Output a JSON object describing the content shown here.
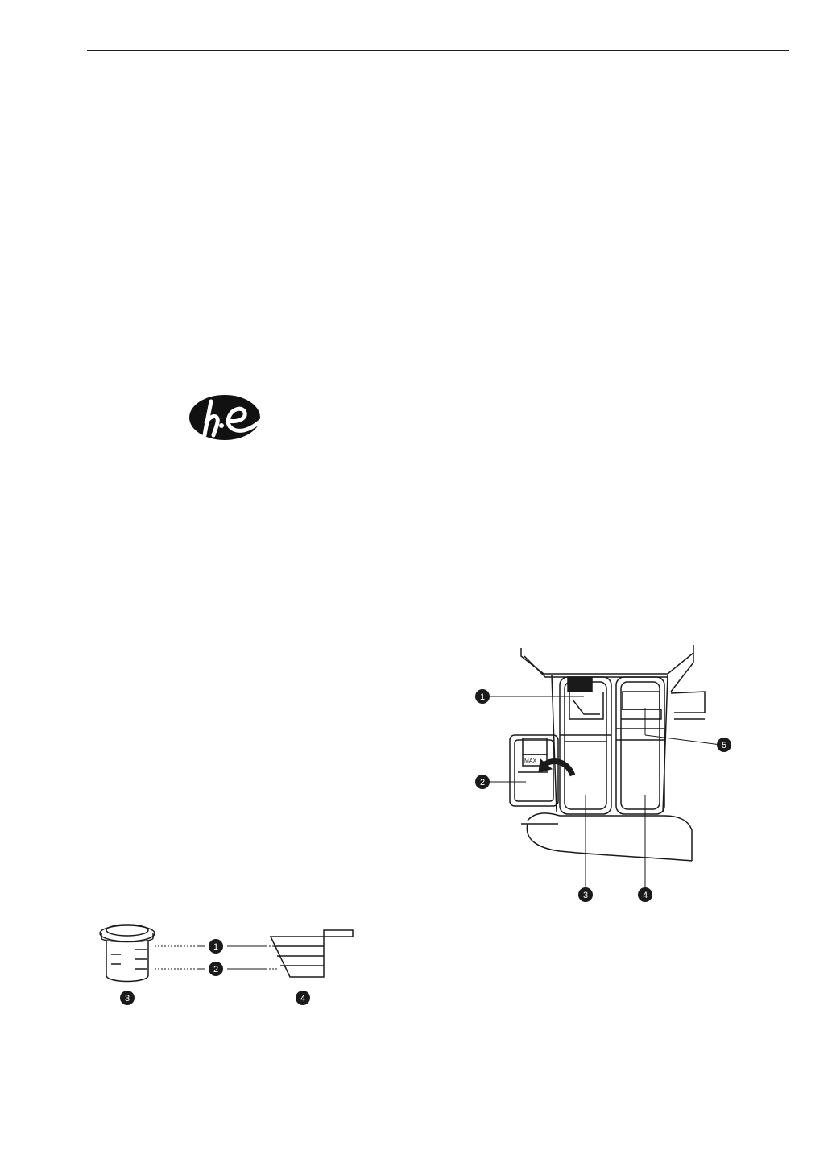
{
  "he_logo": {
    "icon": "he-logo",
    "text": "he"
  },
  "dispenser_figure": {
    "callouts": [
      "1",
      "2",
      "3",
      "4",
      "5"
    ],
    "max_mark": "MAX"
  },
  "measuring_figure": {
    "callouts": [
      "1",
      "2",
      "3",
      "4"
    ]
  },
  "colors": {
    "ink": "#1a1a1a",
    "paper": "#ffffff"
  }
}
